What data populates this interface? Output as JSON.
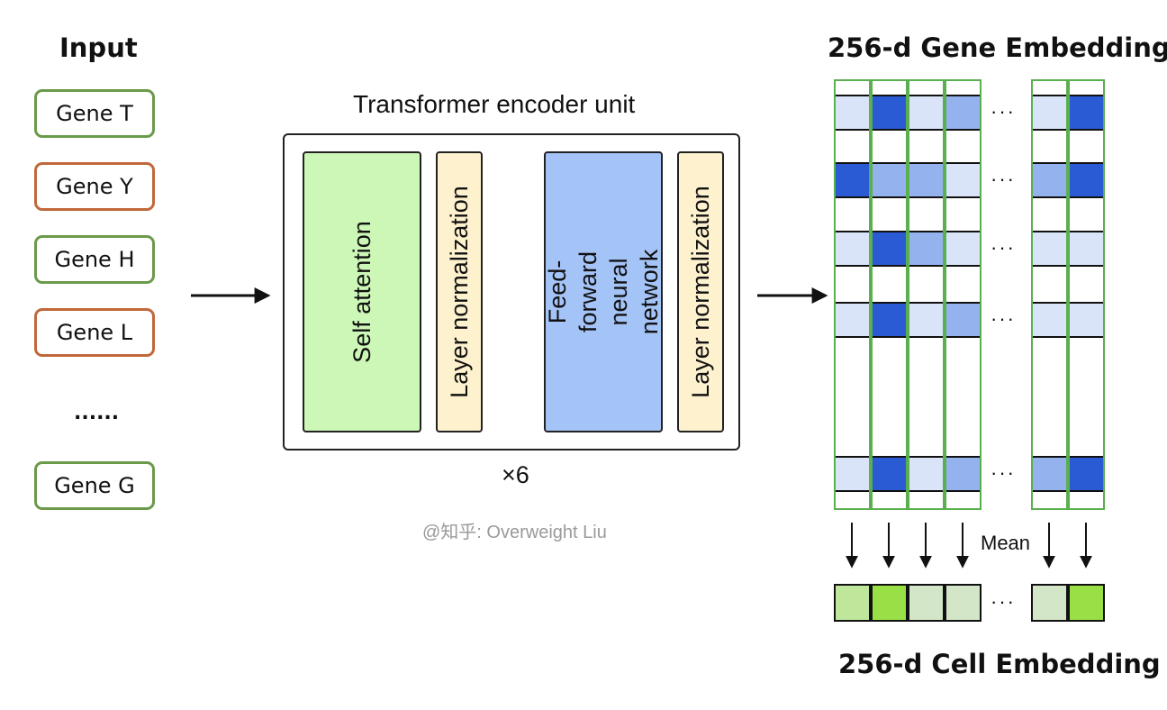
{
  "input": {
    "title": "Input",
    "genes": [
      {
        "label": "Gene T",
        "color": "#6a9a4a"
      },
      {
        "label": "Gene Y",
        "color": "#c0683a"
      },
      {
        "label": "Gene H",
        "color": "#6a9a4a"
      },
      {
        "label": "Gene L",
        "color": "#c0683a"
      }
    ],
    "ellipsis": "......",
    "last_gene": {
      "label": "Gene G",
      "color": "#6a9a4a"
    }
  },
  "encoder": {
    "title": "Transformer encoder unit",
    "blocks": [
      {
        "label": "Self attention",
        "color": "#ccf7b6"
      },
      {
        "label": "Layer normalization",
        "color": "#fdf1ce"
      },
      {
        "label": "Feed-forward\nneural network",
        "color": "#a4c3f7"
      },
      {
        "label": "Layer normalization",
        "color": "#fdf1ce"
      }
    ],
    "repeat": "×6"
  },
  "watermark": "@知乎: Overweight Liu",
  "gene_embedding": {
    "title": "256-d Gene Embedding",
    "palette": {
      "light": "#d9e4f8",
      "medium": "#94b2ee",
      "dark": "#2a5bd4"
    },
    "rows": [
      [
        "light",
        "dark",
        "light",
        "medium",
        "light",
        "dark"
      ],
      [
        "dark",
        "medium",
        "medium",
        "light",
        "medium",
        "dark"
      ],
      [
        "light",
        "dark",
        "medium",
        "light",
        "light",
        "light"
      ],
      [
        "light",
        "dark",
        "light",
        "medium",
        "light",
        "light"
      ],
      [
        "light",
        "dark",
        "light",
        "medium",
        "medium",
        "dark"
      ]
    ],
    "column_border_color": "#5aaf4f",
    "ellipsis": "···"
  },
  "mean_label": "Mean",
  "cell_embedding": {
    "title": "256-d Cell Embedding",
    "palette": {
      "light": "#d3e6c8",
      "medium": "#bfe79c",
      "bright": "#99e046"
    },
    "cells": [
      "medium",
      "bright",
      "light",
      "light",
      "light",
      "bright"
    ],
    "ellipsis": "···"
  }
}
